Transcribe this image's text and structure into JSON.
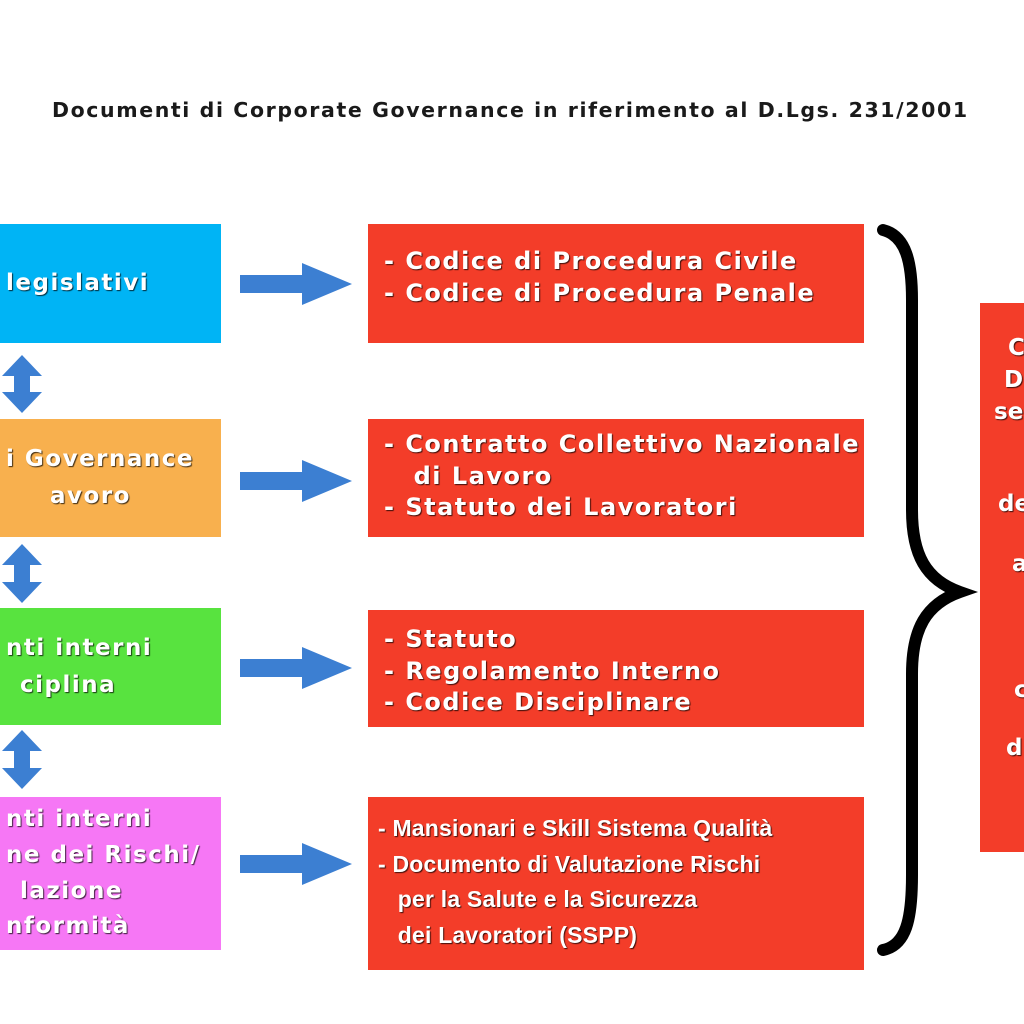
{
  "title": "Documenti di Corporate Governance in riferimento al D.Lgs. 231/2001",
  "colors": {
    "blue": "#00b4f5",
    "orange": "#f8b04e",
    "green": "#58e33f",
    "magenta": "#f677f5",
    "red": "#f33d29",
    "arrow": "#3c7fd2"
  },
  "left_boxes": [
    {
      "lines": [
        "legislativi"
      ]
    },
    {
      "lines": [
        "i Governance",
        "avoro"
      ]
    },
    {
      "lines": [
        "nti interni",
        "ciplina"
      ]
    },
    {
      "lines": [
        "nti interni",
        "ne dei Rischi/",
        "lazione",
        "nformità"
      ]
    }
  ],
  "right_boxes": [
    {
      "lines": [
        "- Codice di Procedura Civile",
        "- Codice di Procedura Penale"
      ]
    },
    {
      "lines": [
        "- Contratto Collettivo Nazionale",
        "   di Lavoro",
        "- Statuto dei Lavoratori"
      ]
    },
    {
      "lines": [
        "- Statuto",
        "- Regolamento Interno",
        "- Codice Disciplinare"
      ]
    },
    {
      "lines": [
        "- Mansionari e Skill Sistema Qualità",
        "- Documento di Valutazione Rischi",
        "   per la Salute e la Sicurezza",
        "   dei Lavoratori (SSPP)"
      ]
    }
  ],
  "far_right_fragments": [
    "C",
    "D",
    "se",
    "de",
    "a",
    "c",
    "d"
  ]
}
